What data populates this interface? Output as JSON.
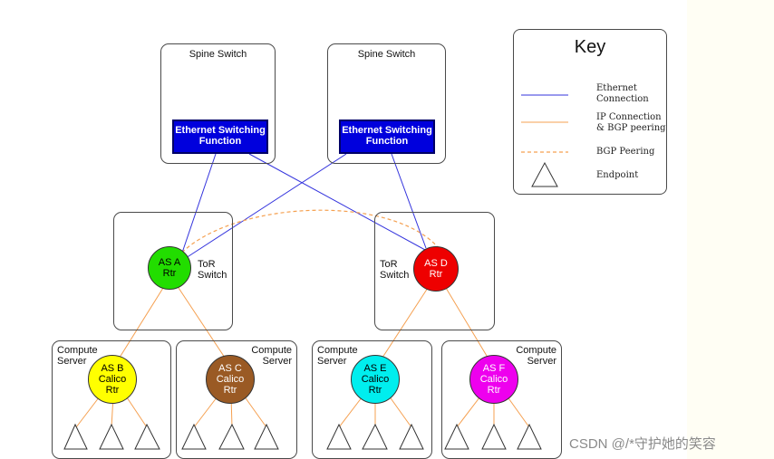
{
  "spine": [
    {
      "title": "Spine Switch",
      "function": "Ethernet Switching\nFunction"
    },
    {
      "title": "Spine Switch",
      "function": "Ethernet Switching\nFunction"
    }
  ],
  "tor": [
    {
      "router": "AS A\nRtr",
      "label": "ToR\nSwitch",
      "color": "#22dd00"
    },
    {
      "router": "AS D\nRtr",
      "label": "ToR\nSwitch",
      "color": "#ee0000"
    }
  ],
  "compute": [
    {
      "label": "Compute\nServer",
      "router": "AS B\nCalico\nRtr",
      "color": "#ffff00",
      "text_color": "#000000"
    },
    {
      "label": "Compute\nServer",
      "router": "AS C\nCalico\nRtr",
      "color": "#9a5a24",
      "text_color": "#ffffff"
    },
    {
      "label": "Compute\nServer",
      "router": "AS E\nCalico\nRtr",
      "color": "#00eeee",
      "text_color": "#000000"
    },
    {
      "label": "Compute\nServer",
      "router": "AS F\nCalico\nRtr",
      "color": "#ee00ee",
      "text_color": "#ffffff"
    }
  ],
  "key": {
    "title": "Key",
    "ethernet": "Ethernet\nConnection",
    "ip": "IP Connection\n& BGP peering",
    "bgp": "BGP Peering",
    "endpoint": "Endpoint"
  },
  "colors": {
    "ethernet": "#3333dd",
    "ip": "#f5a050",
    "bgp": "#f5a050",
    "spine_function": "#0000dd"
  },
  "watermark": "CSDN @/*守护她的笑容"
}
